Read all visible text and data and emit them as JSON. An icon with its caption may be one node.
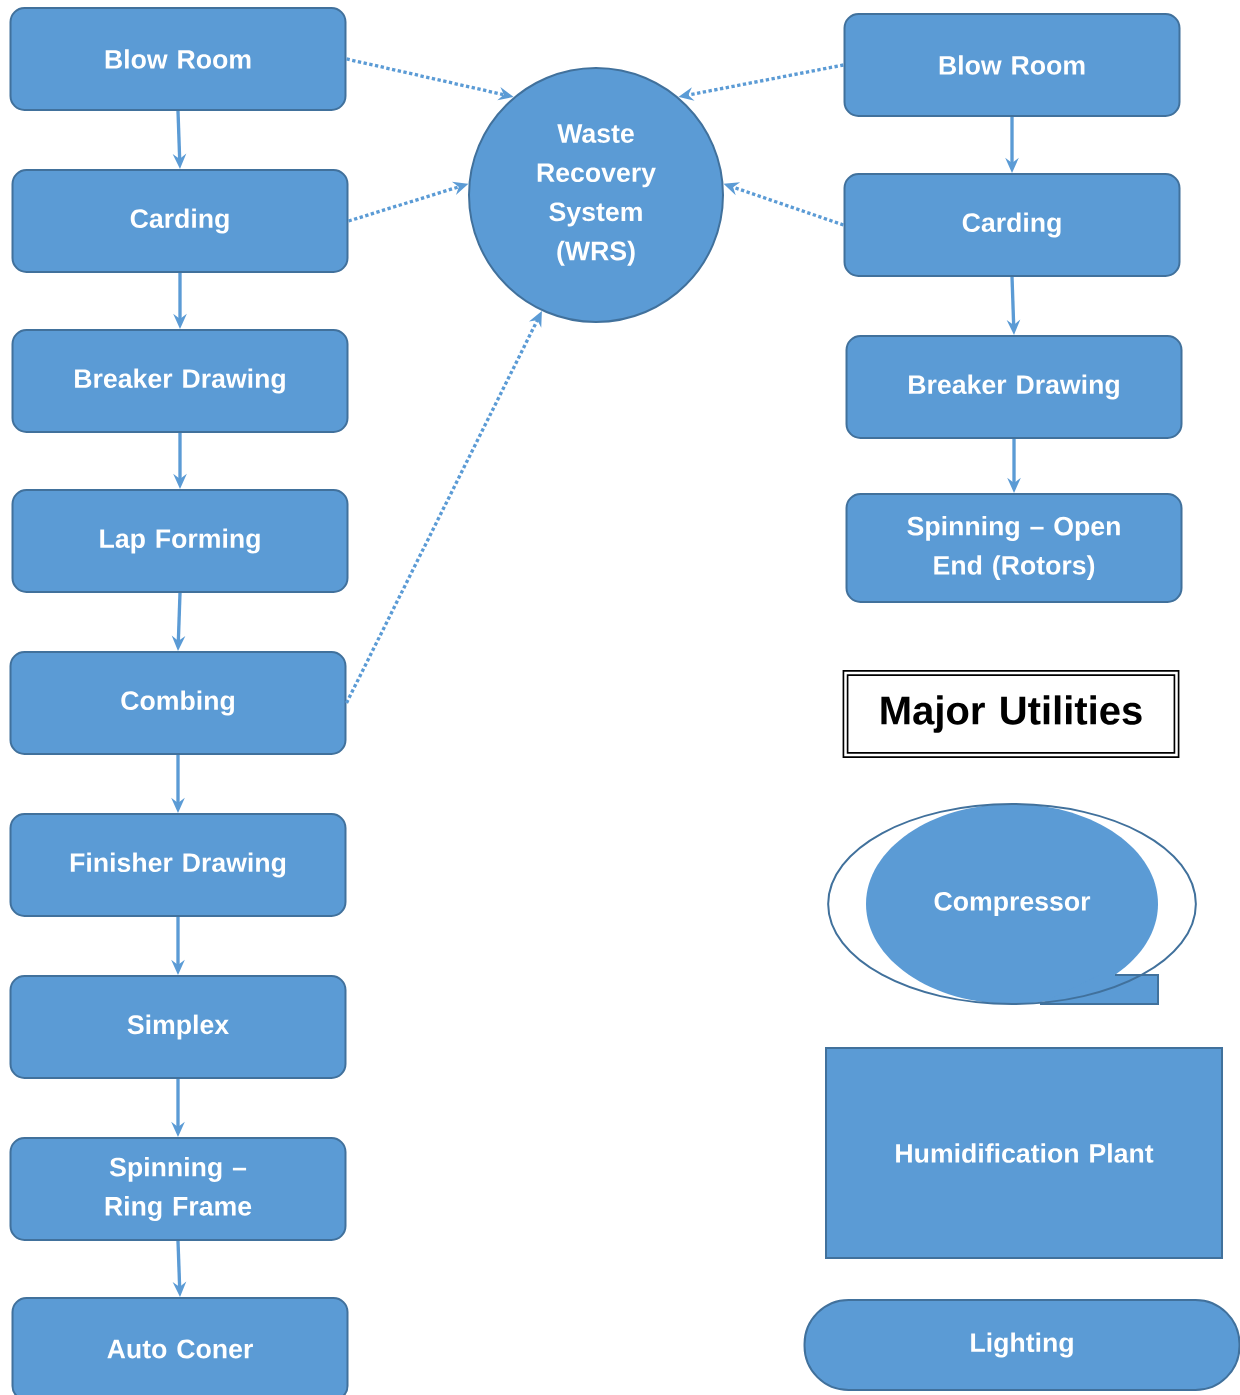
{
  "diagram": {
    "nodes": [
      {
        "text": [
          "Blow Room"
        ]
      },
      {
        "text": [
          "Carding"
        ]
      },
      {
        "text": [
          "Breaker Drawing"
        ]
      },
      {
        "text": [
          "Lap Forming"
        ]
      },
      {
        "text": [
          "Combing"
        ]
      },
      {
        "text": [
          "Finisher Drawing"
        ]
      },
      {
        "text": [
          "Simplex"
        ]
      },
      {
        "text": [
          "Spinning – Ring Frame"
        ]
      },
      {
        "text": [
          "Auto Coner"
        ]
      },
      {
        "text": [
          "Waste Recovery System (WRS)"
        ]
      },
      {
        "text": [
          "Blow Room"
        ]
      },
      {
        "text": [
          "Carding"
        ]
      },
      {
        "text": [
          "Breaker Drawing"
        ]
      },
      {
        "text": [
          "Spinning – Open End (Rotors)"
        ]
      },
      {
        "text": [
          "Major Utilities"
        ]
      },
      {
        "text": [
          "Compressor"
        ]
      },
      {
        "text": [
          "Humidification Plant"
        ]
      },
      {
        "text": [
          "Lighting"
        ]
      }
    ],
    "edges": [
      {
        "from": 0,
        "to": 1,
        "arrow": "to"
      },
      {
        "from": 1,
        "to": 2,
        "arrow": "to"
      },
      {
        "from": 2,
        "to": 3,
        "arrow": "to"
      },
      {
        "from": 3,
        "to": 4,
        "arrow": "to"
      },
      {
        "from": 4,
        "to": 5,
        "arrow": "to"
      },
      {
        "from": 5,
        "to": 6,
        "arrow": "to"
      },
      {
        "from": 6,
        "to": 7,
        "arrow": "to"
      },
      {
        "from": 7,
        "to": 8,
        "arrow": "to"
      },
      {
        "from": 0,
        "to": 9,
        "arrow": "to",
        "style": "dashed"
      },
      {
        "from": 1,
        "to": 9,
        "arrow": "to",
        "style": "dashed"
      },
      {
        "from": 4,
        "to": 9,
        "arrow": "to",
        "style": "dashed"
      },
      {
        "from": 10,
        "to": 9,
        "arrow": "to",
        "style": "dashed"
      },
      {
        "from": 11,
        "to": 9,
        "arrow": "to",
        "style": "dashed"
      },
      {
        "from": 10,
        "to": 11,
        "arrow": "to"
      },
      {
        "from": 11,
        "to": 12,
        "arrow": "to"
      },
      {
        "from": 12,
        "to": 13,
        "arrow": "to"
      }
    ]
  }
}
